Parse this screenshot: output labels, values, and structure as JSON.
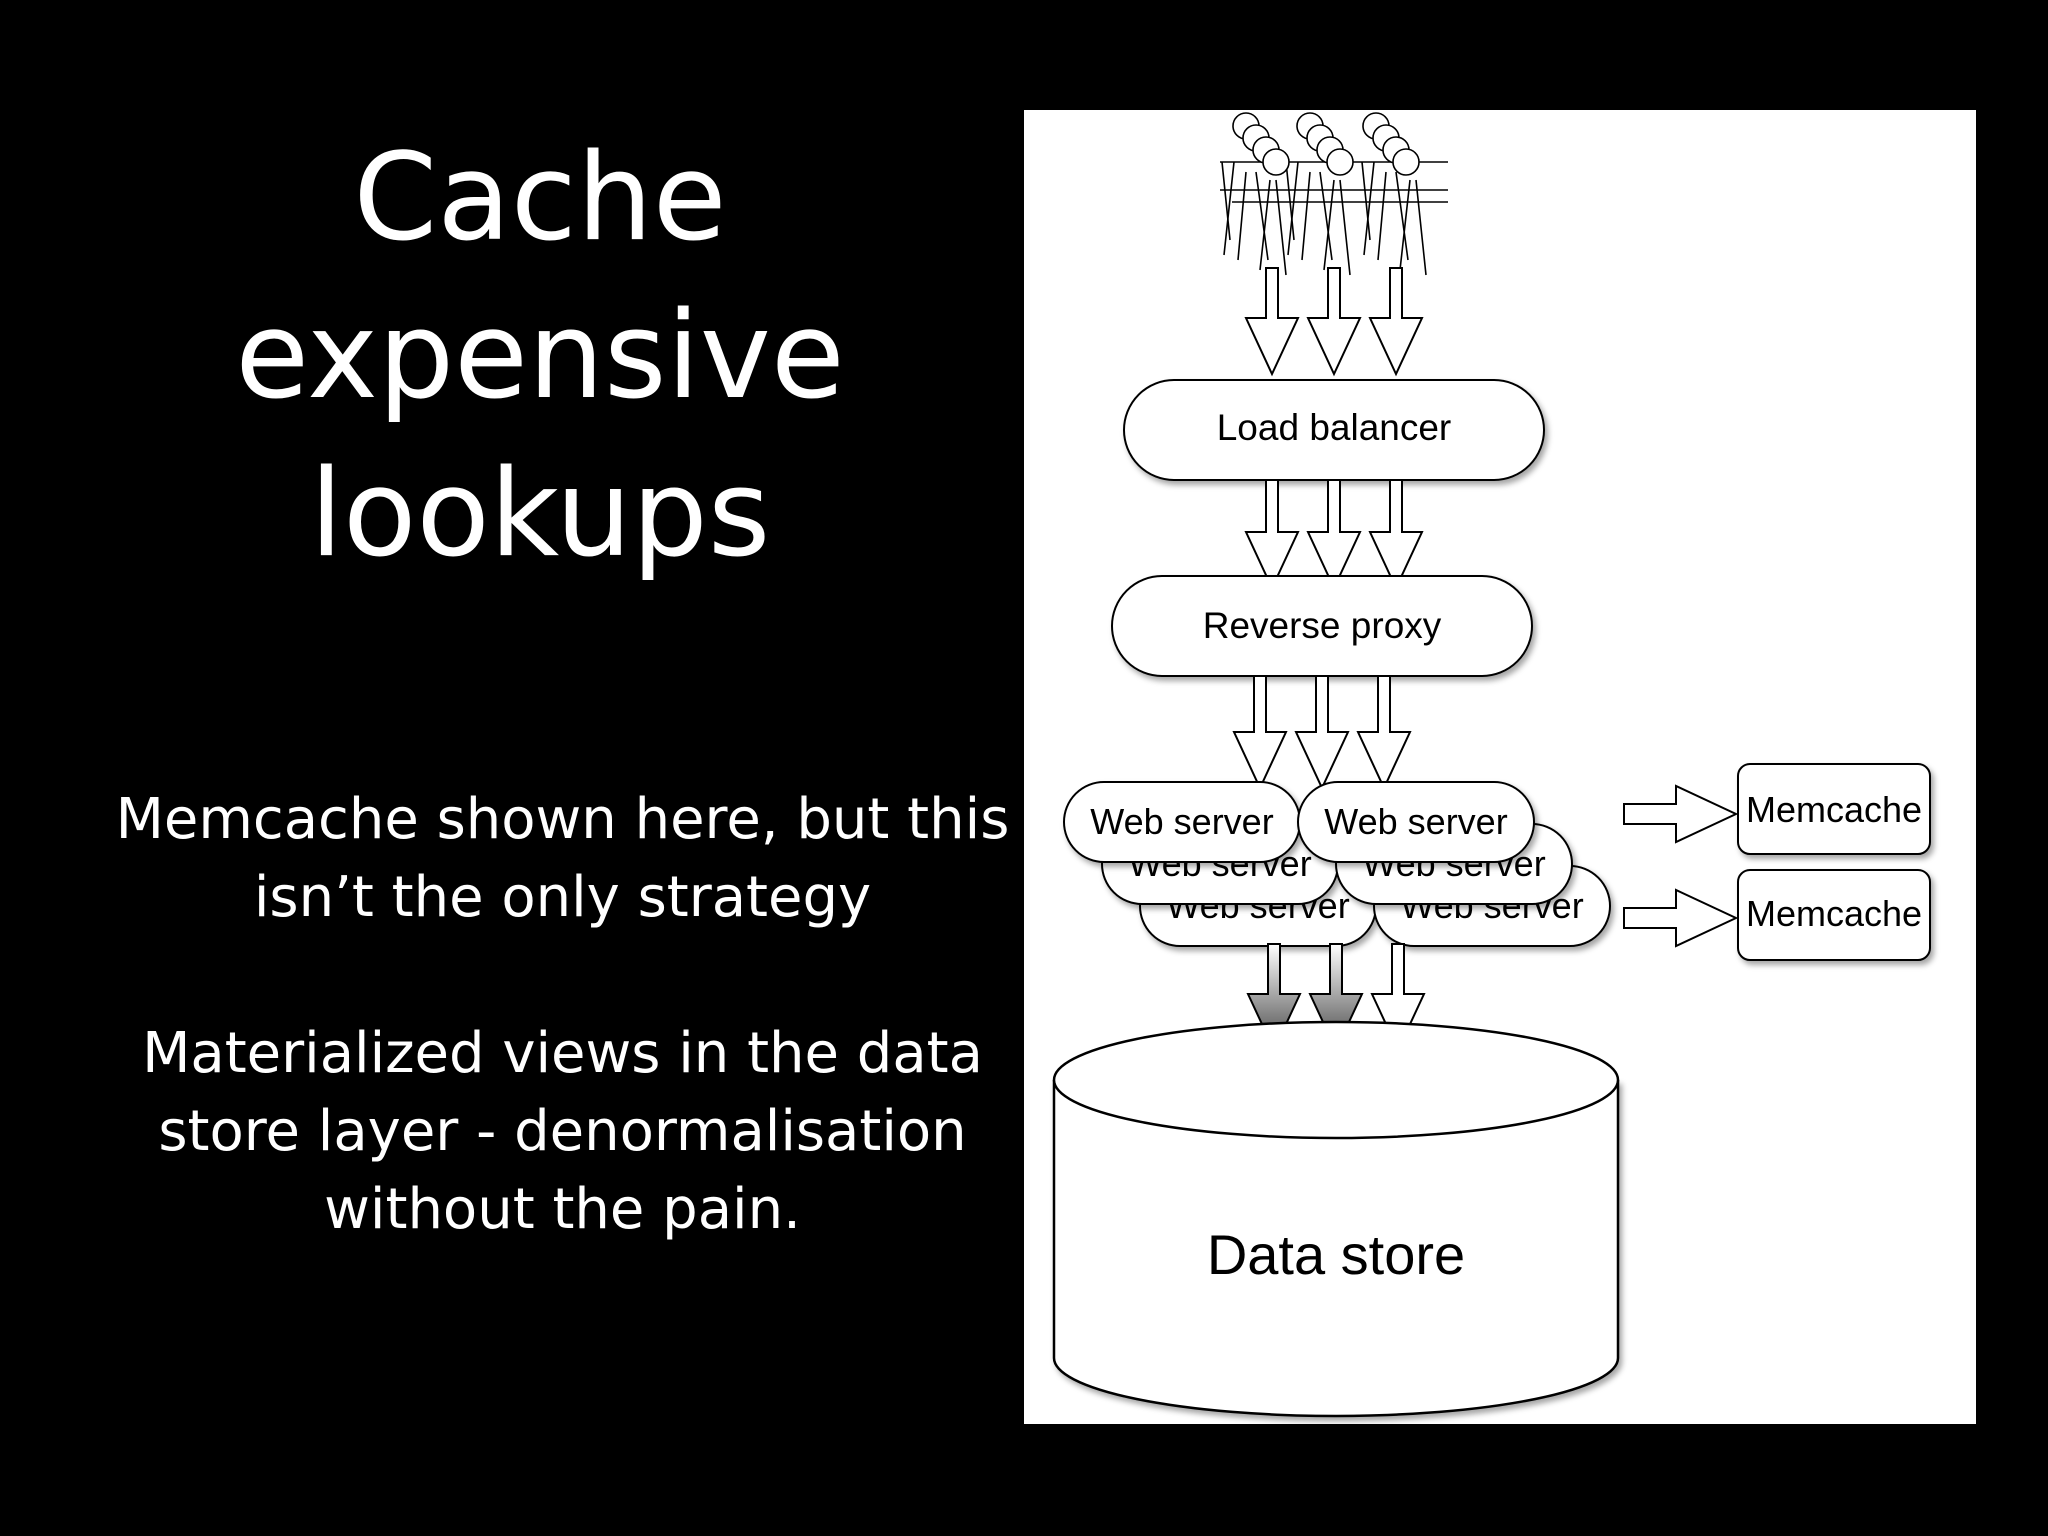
{
  "slide": {
    "title_lines": [
      "Cache",
      "expensive",
      "lookups"
    ],
    "paragraph_1_lines": [
      "Memcache shown here, but this",
      "isn’t the only strategy"
    ],
    "paragraph_2_lines": [
      "Materialized views in the data",
      "store layer - denormalisation",
      "without the pain."
    ]
  },
  "diagram": {
    "load_balancer": "Load balancer",
    "reverse_proxy": "Reverse proxy",
    "web_servers": [
      "Web server",
      "Web server",
      "Web server",
      "Web server",
      "Web server",
      "Web server"
    ],
    "memcaches": [
      "Memcache",
      "Memcache"
    ],
    "data_store": "Data store"
  },
  "colors": {
    "background": "#000000",
    "text": "#ffffff",
    "panel": "#ffffff",
    "stroke": "#000000"
  }
}
